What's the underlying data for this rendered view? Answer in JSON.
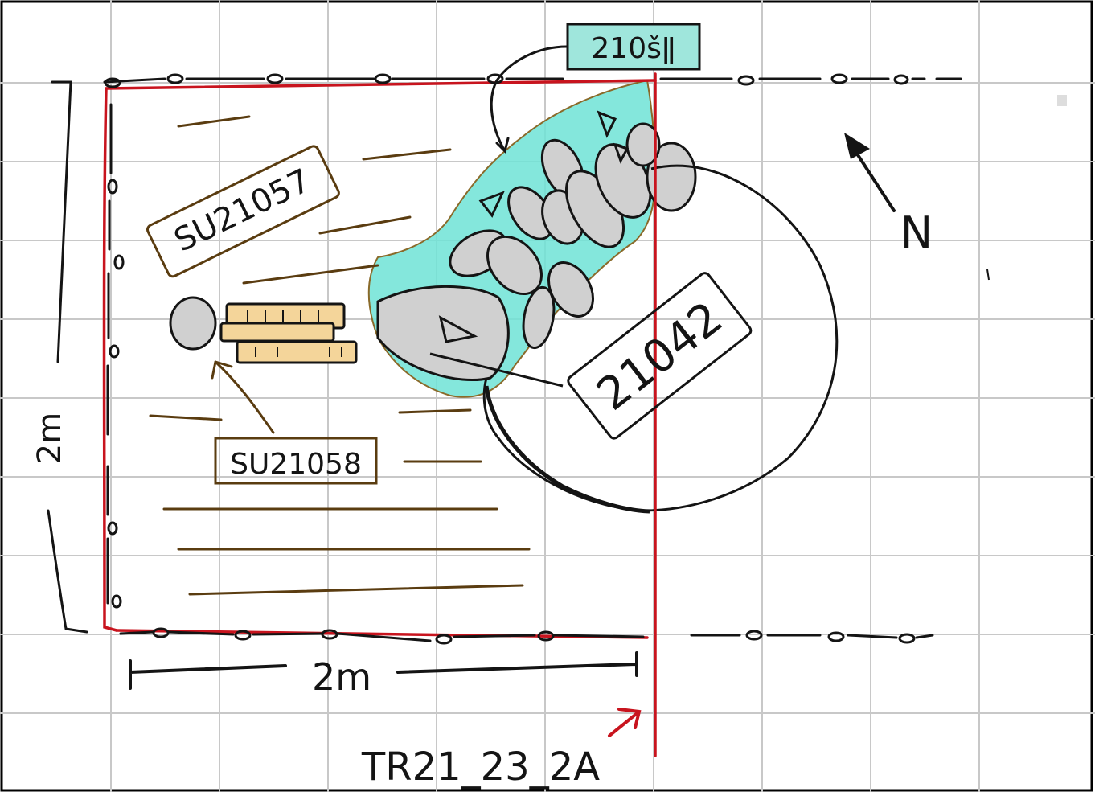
{
  "labels": {
    "context_top": "210šǁ",
    "context_upper_left": "SU21057",
    "context_lower_left": "SU21058",
    "cut_number": "21042",
    "north": "N",
    "height_scale": "2m",
    "width_scale": "2m",
    "section_id": "TR21_23_2A"
  },
  "colors": {
    "grid": "#c8c8c8",
    "trench_edge": "#c8141e",
    "hatch": "#5a3c10",
    "label_box": "#5a3c10",
    "turquoise": "#6fe3d6",
    "stone": "#d0d0d0",
    "brick": "#f4d59a",
    "ink": "#141414"
  }
}
